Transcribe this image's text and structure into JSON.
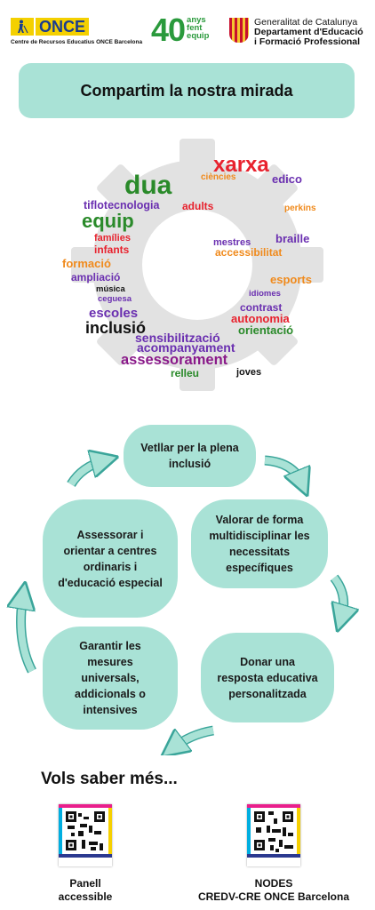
{
  "header": {
    "once_name": "ONCE",
    "once_subtitle": "Centre de Recursos Educatius ONCE Barcelona",
    "forty": "40",
    "forty_words": [
      "anys",
      "fent",
      "equip"
    ],
    "gen_name": "Generalitat de Catalunya",
    "gen_dept1": "Departament d'Educació",
    "gen_dept2": "i Formació Professional"
  },
  "title": "Compartim la nostra mirada",
  "word_cloud": {
    "words": [
      "xarxa",
      "ciències",
      "edico",
      "dua",
      "tiflotecnologia",
      "adults",
      "perkins",
      "equip",
      "famílies",
      "infants",
      "mestres",
      "braille",
      "accessibilitat",
      "formació",
      "esports",
      "ampliació",
      "música",
      "idiomes",
      "ceguesa",
      "contrast",
      "escoles",
      "autonomia",
      "inclusió",
      "orientació",
      "sensibilització",
      "acompanyament",
      "assessorament",
      "relleu",
      "joves"
    ]
  },
  "cycle": {
    "steps": [
      "Vetllar per la plena inclusió",
      "Valorar de forma multidisciplinar les necessitats específiques",
      "Donar una resposta educativa personalitzada",
      "Garantir les mesures universals, addicionals o intensives",
      "Assessorar i orientar a centres ordinaris i d'educació especial"
    ]
  },
  "more": {
    "heading": "Vols saber més...",
    "qr1_label": "Panell accessible",
    "qr2_line1": "NODES",
    "qr2_line2": "CREDV-CRE ONCE Barcelona"
  },
  "colors": {
    "teal": "#a9e2d6",
    "teal_dark": "#3aa59a",
    "gear": "#e2e2e2"
  }
}
